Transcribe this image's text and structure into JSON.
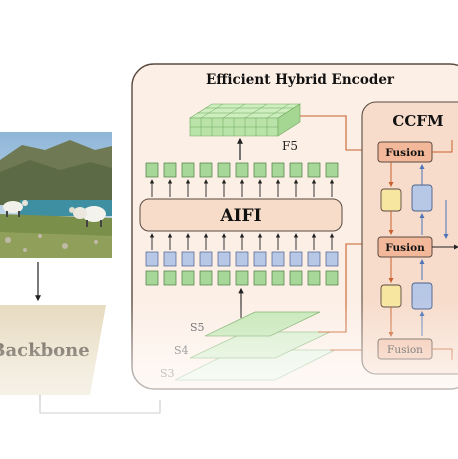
{
  "encoder": {
    "title": "Efficient Hybrid Encoder"
  },
  "ccfm": {
    "title": "CCFM"
  },
  "aifi": {
    "label": "AIFI"
  },
  "f5": {
    "label": "F5"
  },
  "fusion": {
    "label_top": "Fusion",
    "label_mid": "Fusion",
    "label_bottom": "Fusion"
  },
  "backbone": {
    "label": "Backbone"
  },
  "scales": {
    "s5": "S5",
    "s4": "S4",
    "s3": "S3"
  },
  "colors": {
    "encoder_bg": "#fcefe6",
    "encoder_border": "#5a4a40",
    "ccfm_bg": "#f7dccb",
    "aifi_fill": "#f6dcc9",
    "fusion_fill": "#f3b89a",
    "token_green": "#a8d79a",
    "token_blue": "#b7c7e6",
    "feature_green": "#b9e3a9",
    "arrow_orange": "#c8602e",
    "arrow_blue": "#4f74b8",
    "yellow_box": "#f7e6a0",
    "backbone_fill": "#e6d9bd"
  }
}
